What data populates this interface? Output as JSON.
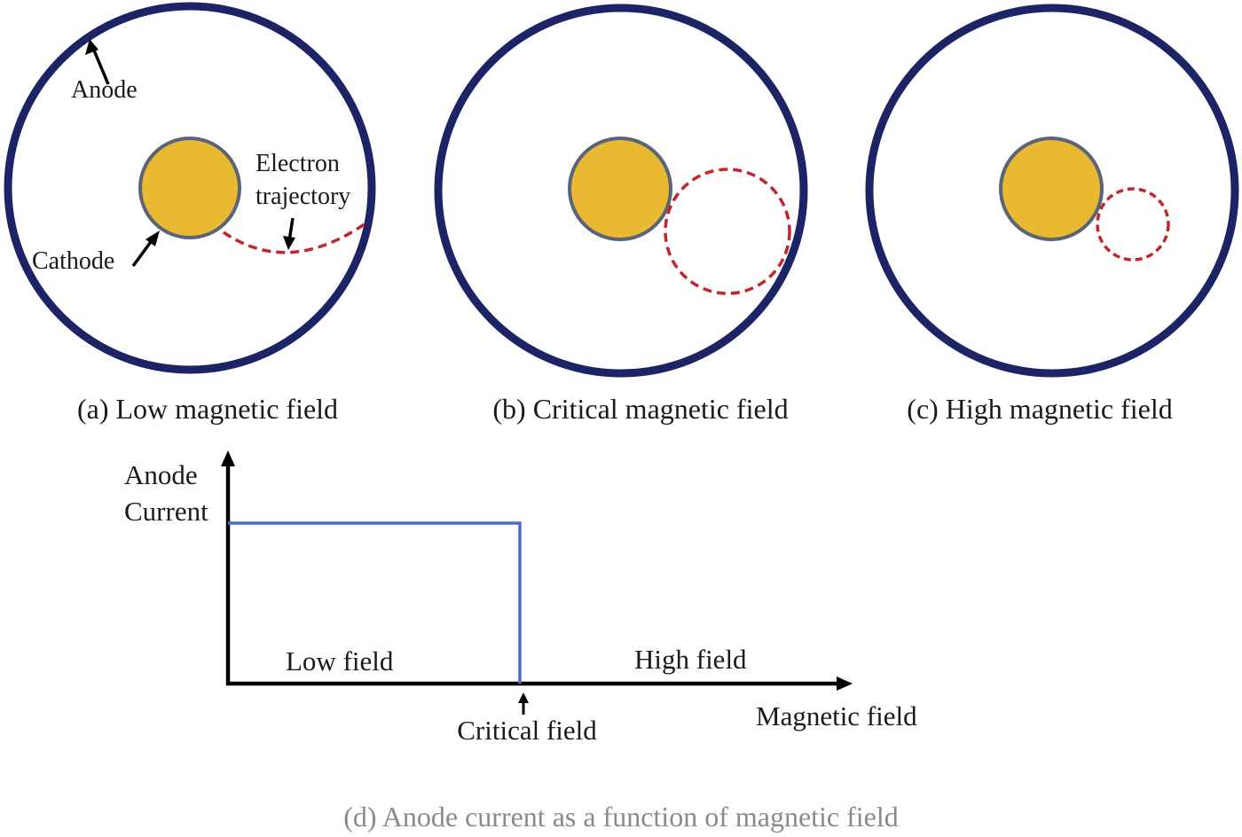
{
  "colors": {
    "anode": "#1c2466",
    "cathode_fill": "#e8b931",
    "cathode_stroke": "#5a6478",
    "trajectory": "#c0262c",
    "curve": "#4a6fc0",
    "axis": "#000000",
    "caption_d": "#8a8a8a"
  },
  "panels": [
    {
      "caption": "(a) Low magnetic field",
      "labels": {
        "anode": "Anode",
        "cathode": "Cathode",
        "electron_line1": "Electron",
        "electron_line2": "trajectory"
      }
    },
    {
      "caption": "(b) Critical magnetic field"
    },
    {
      "caption": "(c) High magnetic field"
    }
  ],
  "graph": {
    "y_label_line1": "Anode",
    "y_label_line2": "Current",
    "x_label": "Magnetic field",
    "low_region": "Low field",
    "high_region": "High field",
    "critical_label": "Critical field",
    "caption": "(d) Anode current as a function of magnetic field"
  }
}
